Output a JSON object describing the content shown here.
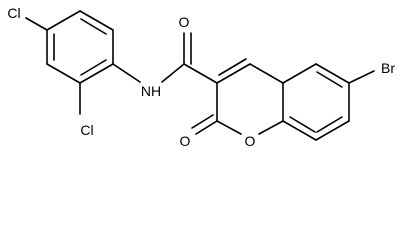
{
  "molecule": {
    "atoms": {
      "cl_top": "Cl",
      "cl_bottom": "Cl",
      "nh": "NH",
      "o_amide": "O",
      "o_lactone_carbonyl": "O",
      "o_ring": "O",
      "br": "Br"
    },
    "colors": {
      "bond": "#000000",
      "label": "#000000",
      "background": "#ffffff"
    }
  }
}
